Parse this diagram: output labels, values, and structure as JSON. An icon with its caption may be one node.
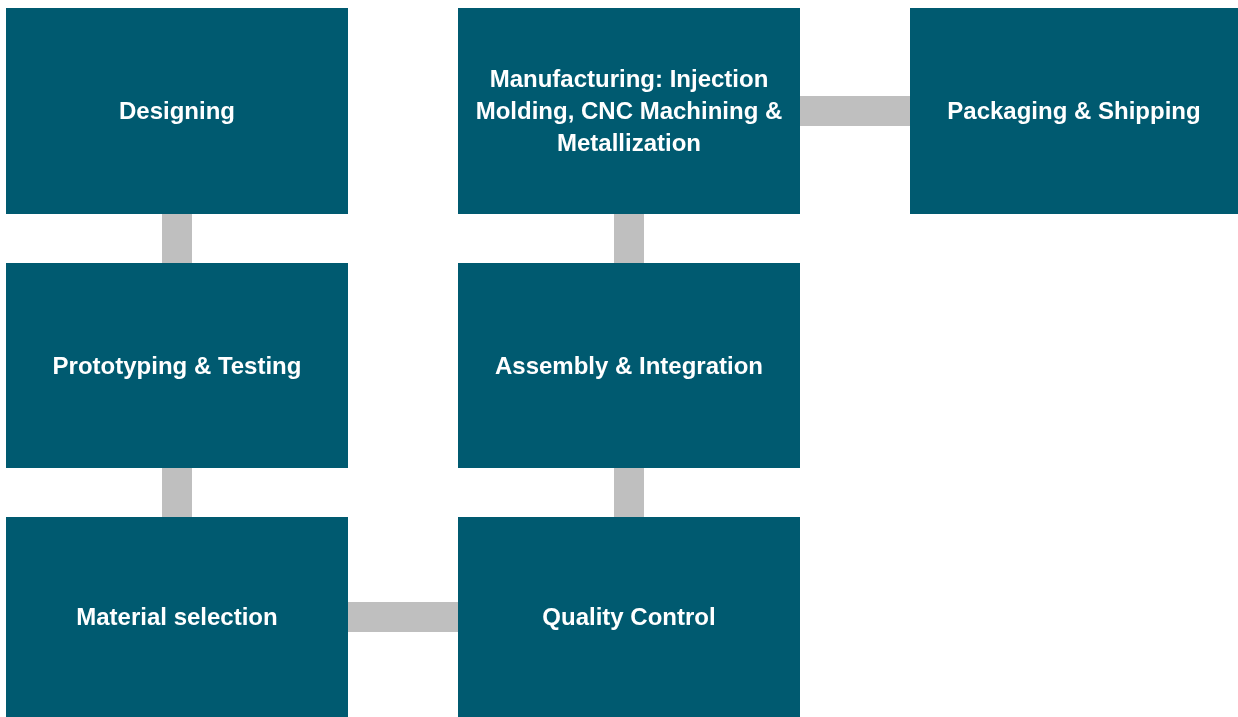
{
  "diagram": {
    "nodes": [
      {
        "text": [
          "Designing"
        ]
      },
      {
        "text": [
          "Prototyping & Testing"
        ]
      },
      {
        "text": [
          "Material selection"
        ]
      },
      {
        "text": [
          "Quality Control"
        ]
      },
      {
        "text": [
          "Assembly & Integration"
        ]
      },
      {
        "text": [
          "Manufacturing: Injection Molding, CNC Machining & Metallization"
        ]
      },
      {
        "text": [
          "Packaging & Shipping"
        ]
      }
    ],
    "edges": [
      {
        "from": 0,
        "to": 1,
        "arrow": "none"
      },
      {
        "from": 1,
        "to": 2,
        "arrow": "none"
      },
      {
        "from": 2,
        "to": 3,
        "arrow": "none"
      },
      {
        "from": 3,
        "to": 4,
        "arrow": "none"
      },
      {
        "from": 4,
        "to": 5,
        "arrow": "none"
      },
      {
        "from": 5,
        "to": 6,
        "arrow": "none"
      }
    ]
  }
}
